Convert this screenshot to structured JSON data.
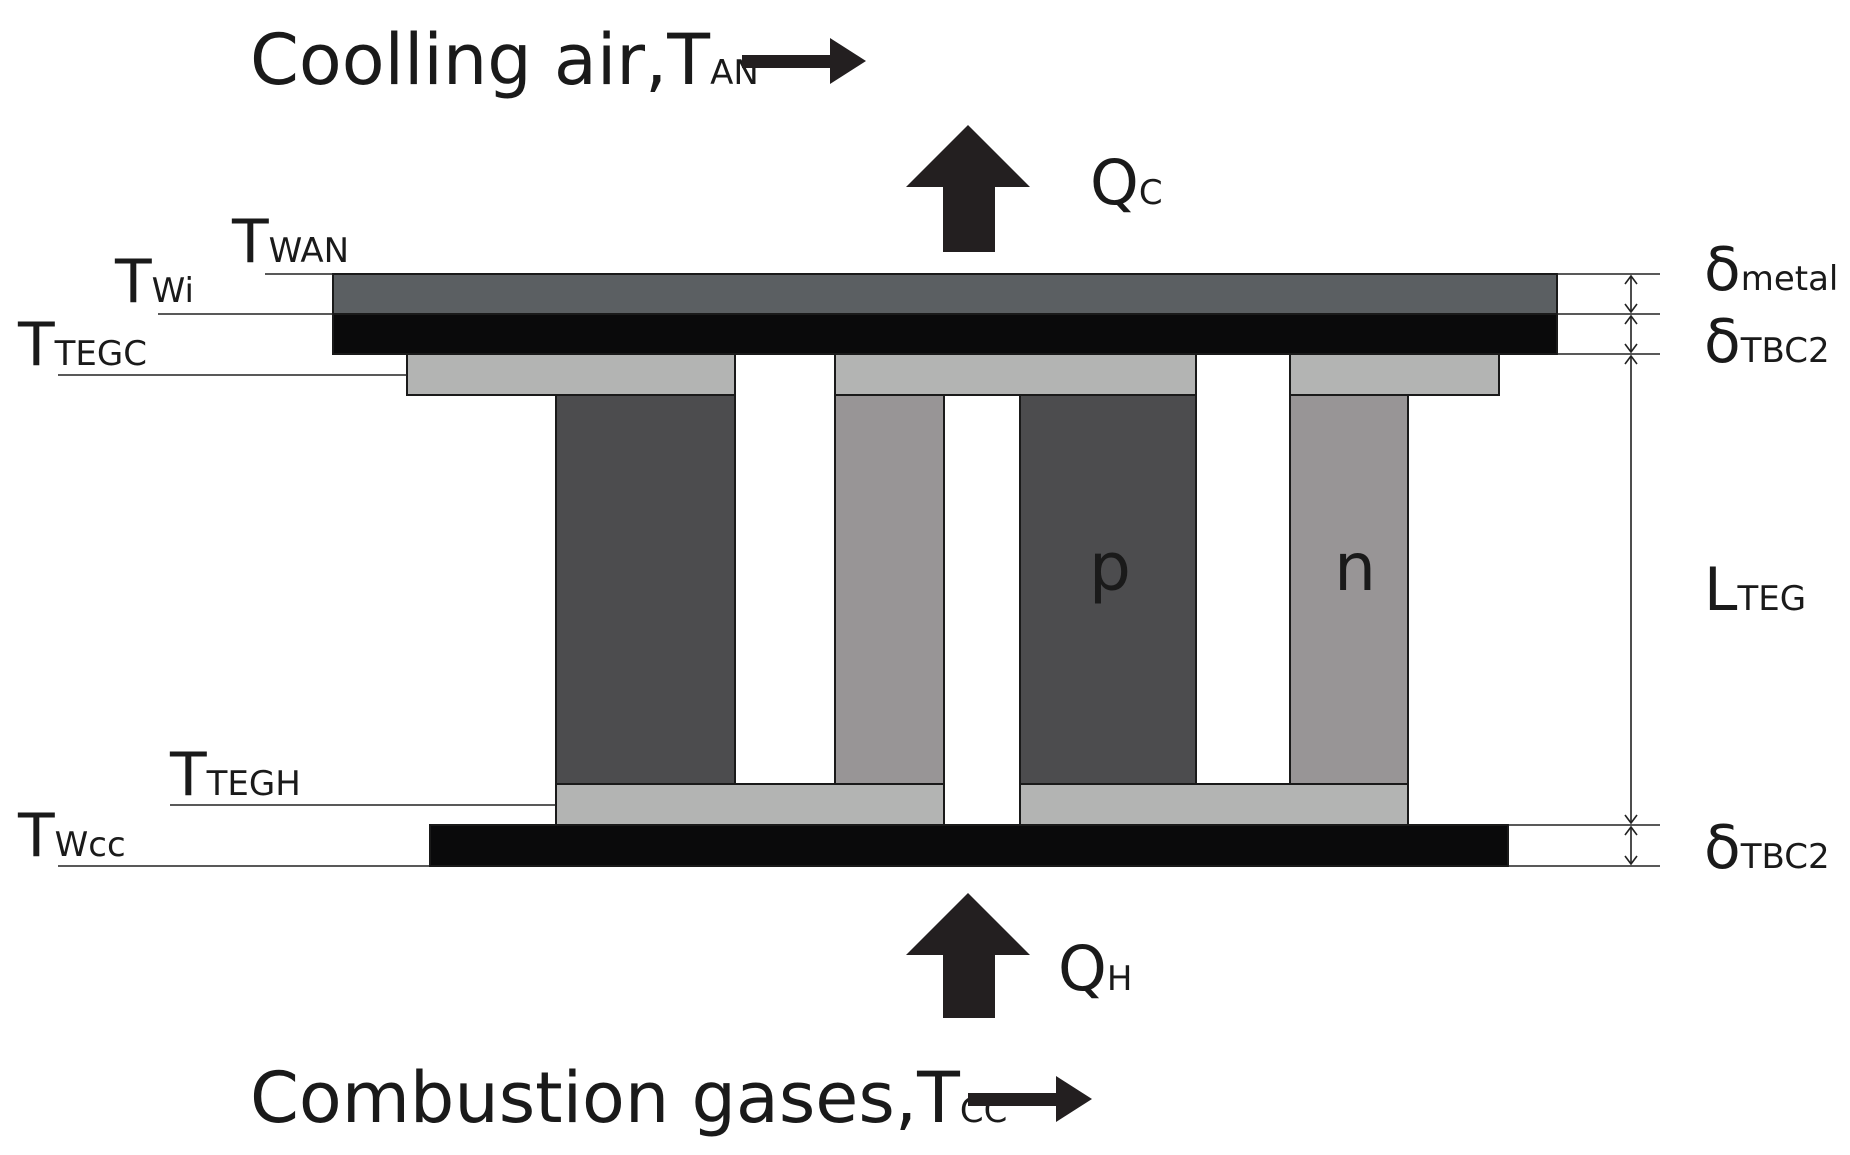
{
  "top_label": {
    "main": "Coolling air,T",
    "sub": "AN"
  },
  "bottom_label": {
    "main": "Combustion gases,T",
    "sub": "CC"
  },
  "heat_flows": {
    "top": {
      "main": "Q",
      "sub": "C"
    },
    "bottom": {
      "main": "Q",
      "sub": "H"
    }
  },
  "temperature_labels": {
    "w_an": {
      "main": "T",
      "sub": "WAN"
    },
    "w_i": {
      "main": "T",
      "sub": "Wi"
    },
    "teg_c": {
      "main": "T",
      "sub": "TEGC"
    },
    "teg_h": {
      "main": "T",
      "sub": "TEGH"
    },
    "w_cc": {
      "main": "T",
      "sub": "Wcc"
    }
  },
  "dimension_labels": {
    "metal": {
      "main": "δ",
      "sub": "metal"
    },
    "tbc2_top": {
      "main": "δ",
      "sub": "TBC2"
    },
    "l_teg": {
      "main": "L",
      "sub": "TEG"
    },
    "tbc2_bottom": {
      "main": "δ",
      "sub": "TBC2"
    }
  },
  "legs": {
    "p": "p",
    "n": "n"
  },
  "colors": {
    "metal": "#5b5f62",
    "tbc": "#0a0a0b",
    "ceramic_plate": "#b3b4b3",
    "p_leg": "#4c4c4e",
    "n_leg": "#989596",
    "arrow": "#231f20"
  }
}
